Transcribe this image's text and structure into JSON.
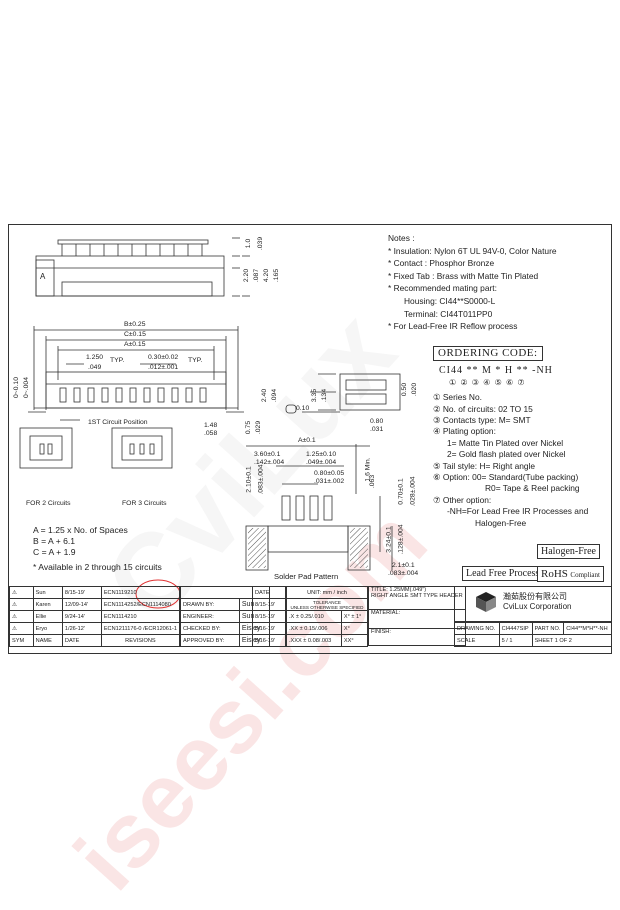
{
  "notes": {
    "heading": "Notes :",
    "lines": [
      "* Insulation: Nylon 6T UL 94V-0, Color Nature",
      "* Contact : Phosphor Bronze",
      "* Fixed Tab : Brass with Matte Tin Plated",
      "* Recommended mating part:",
      "Housing: CI44**S0000-L",
      "Terminal: CI44T011PP0",
      "* For Lead-Free IR Reflow process"
    ]
  },
  "ordering": {
    "title": "ORDERING CODE:",
    "code": "CI44 ** M * H ** -NH",
    "circles": "① ② ③ ④ ⑤ ⑥ ⑦",
    "items": [
      "① Series No.",
      "② No. of circuits: 02 TO 15",
      "③ Contacts type: M= SMT",
      "④ Plating option:",
      "1= Matte Tin Plated over Nickel",
      "2= Gold flash plated over Nickel",
      "⑤ Tail style: H= Right angle",
      "⑥ Option: 00= Standard(Tube packing)",
      "R0= Tape & Reel packing",
      "⑦ Other option:",
      "-NH=For Lead Free IR Processes and",
      "Halogen-Free"
    ]
  },
  "formulas": {
    "lines": [
      "A = 1.25 x No. of Spaces",
      "B = A + 6.1",
      "C = A + 1.9",
      "* Available in 2 through 15 circuits"
    ]
  },
  "badges": {
    "halogen": "Halogen-Free",
    "leadfree": "Lead Free Process",
    "rohs": "RoHS",
    "compliant": "Compliant"
  },
  "drawing_labels": {
    "dim_top_1": "1.0",
    "dim_top_2": ".039",
    "dim_side_1": "2.20",
    "dim_side_2": ".087",
    "dim_side_3": "4.20",
    "dim_side_4": ".165",
    "b_dim": "B±0.25",
    "c_dim": "C±0.15",
    "a_dim": "A±0.15",
    "pitch": "1.250",
    "pitch_in": ".049",
    "typ": "TYP.",
    "pin_w": "0.30±0.02",
    "pin_w_in": ".012±.001",
    "typ2": "TYP.",
    "left_dim": "0~0.10",
    "left_dim_in": "0~.004",
    "first_circuit": "1ST Circuit Position",
    "d148": "1.48",
    "d148_in": ".058",
    "d075": "0.75",
    "d075_in": ".029",
    "d240": "2.40",
    "d240_in": ".094",
    "d335": "3.35",
    "d335_in": ".134",
    "d050": "0.50",
    "d050_in": ".020",
    "d010": "0.10",
    "d080": "0.80",
    "d080_in": ".031",
    "label_a": "A",
    "for2": "FOR 2 Circuits",
    "for3": "FOR 3 Circuits",
    "a_pm": "A±0.1",
    "p125": "1.25±0.10",
    "p125_in": ".049±.004",
    "p080": "0.80±0.05",
    "p080_in": ".031±.002",
    "p360": "3.60±0.1",
    "p360_in": ".142±.004",
    "p210": "2.10±0.1",
    "p210_in": ".083±.004",
    "min16": "1.6 Min.",
    "d063": ".063",
    "p070": "0.70±0.1",
    "p070_in": ".028±.004",
    "p324": "3.24±0.1",
    "p324_in": ".128±.004",
    "p210b": "2.1±0.1",
    "p210b_in": ".083±.004",
    "solder": "Solder Pad Pattern"
  },
  "title_block": {
    "revisions": [
      {
        "sym": "⚠",
        "name": "Sun",
        "date": "8/15-19'",
        "rev": "ECN1119210"
      },
      {
        "sym": "⚠",
        "name": "Karen",
        "date": "12/09-14'",
        "rev": "ECN1114252/ECN1114080"
      },
      {
        "sym": "⚠",
        "name": "Ellie",
        "date": "9/24-14'",
        "rev": "ECN1114210"
      },
      {
        "sym": "⚠",
        "name": "Eryo",
        "date": "1/26-12'",
        "rev": "ECN1211176-0 /ECR12061-1"
      }
    ],
    "head_sym": "SYM",
    "head_name": "NAME",
    "head_date": "DATE",
    "head_rev": "REVISIONS",
    "drawn_by": "DRAWN BY:",
    "drawn_name": "Sun",
    "drawn_date": "8/15-19'",
    "engineer": "ENGINEER:",
    "engineer_name": "Sun",
    "engineer_date": "8/15-19'",
    "checked": "CHECKED BY:",
    "checked_name": "Eisley",
    "checked_date": "8/16-19'",
    "approved": "APPROVED BY:",
    "approved_name": "Eisley",
    "approved_date": "8/16-19'",
    "date_label": "DATE",
    "unit": "UNIT:  mm / inch",
    "tolerance": "TOLERANCE",
    "tol_note": "UNLESS OTHERWISE SPECIFIED",
    "tol1": ".X ± 0.25/.010",
    "tol1b": "X° ± 1°",
    "tol2": ".XX ± 0.15/.006",
    "tol2b": "X°",
    "tol3": ".XXX ± 0.08/.003",
    "tol3b": "XX°",
    "title_label": "TITLE:",
    "title_val": "1.25MM(.049\")",
    "title_val2": "RIGHT ANGLE SMT TYPE HEADER",
    "material": "MATERIAL:",
    "finish": "FINISH:",
    "company_cn": "瀚茹股份有限公司",
    "company_en": "CviLux  Corporation",
    "drawing_no_label": "DRAWING NO.",
    "drawing_no": "CI4447SIP",
    "part_no_label": "PART NO.",
    "part_no": "CI44**M*H**-NH",
    "scale_label": "SCALE",
    "scale": "5 / 1",
    "sheet_label": "SHEET",
    "sheet": "1",
    "of_label": "OF",
    "sheets": "2"
  },
  "watermark": {
    "text1": "CviLux",
    "text2": "iseesi.com"
  }
}
